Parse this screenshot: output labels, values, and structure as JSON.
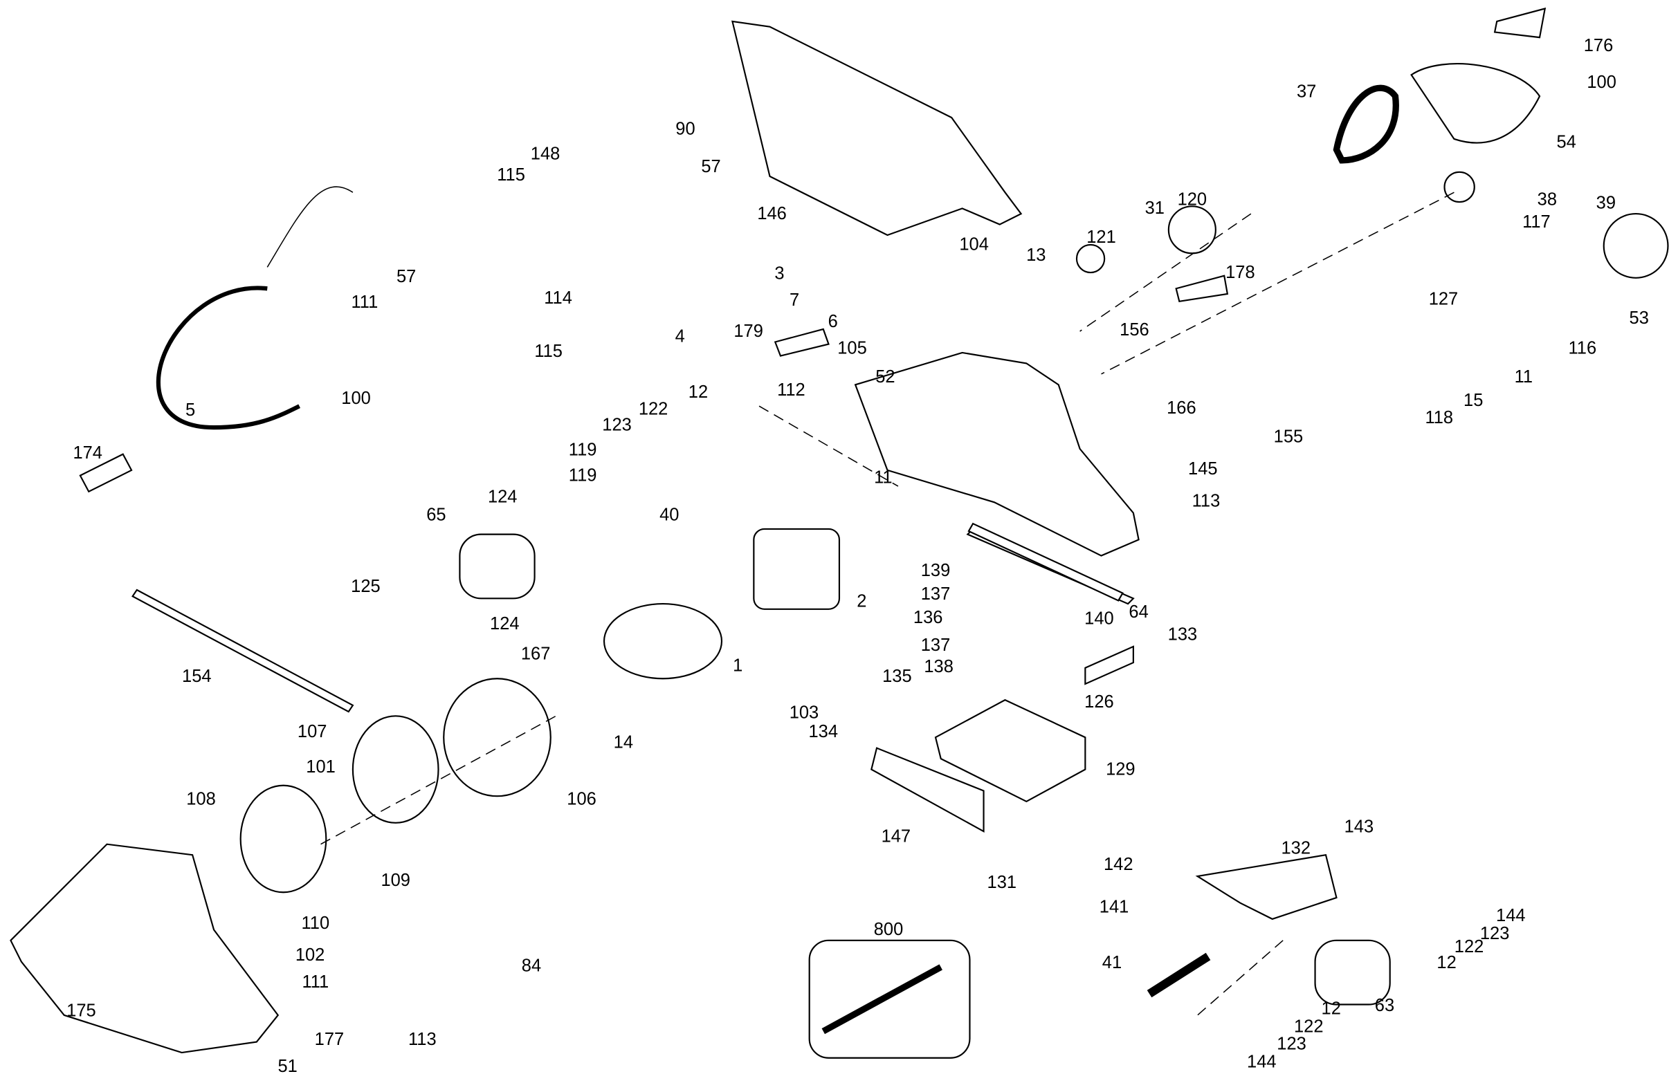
{
  "diagram": {
    "type": "exploded parts diagram",
    "labels": [
      "176",
      "100",
      "37",
      "54",
      "90",
      "148",
      "57",
      "115",
      "146",
      "38",
      "39",
      "120",
      "31",
      "117",
      "104",
      "13",
      "121",
      "178",
      "3",
      "7",
      "57",
      "111",
      "114",
      "127",
      "53",
      "6",
      "179",
      "105",
      "156",
      "115",
      "4",
      "116",
      "11",
      "15",
      "118",
      "100",
      "52",
      "112",
      "12",
      "166",
      "123",
      "122",
      "155",
      "5",
      "174",
      "119",
      "11",
      "145",
      "119",
      "113",
      "124",
      "40",
      "65",
      "139",
      "137",
      "125",
      "2",
      "136",
      "140",
      "64",
      "124",
      "133",
      "137",
      "138",
      "135",
      "154",
      "1",
      "167",
      "126",
      "103",
      "134",
      "107",
      "14",
      "101",
      "129",
      "106",
      "108",
      "147",
      "143",
      "132",
      "142",
      "109",
      "131",
      "800",
      "144",
      "110",
      "123",
      "122",
      "141",
      "102",
      "84",
      "12",
      "41",
      "175",
      "63",
      "111",
      "12",
      "122",
      "177",
      "113",
      "123",
      "144",
      "51"
    ]
  }
}
